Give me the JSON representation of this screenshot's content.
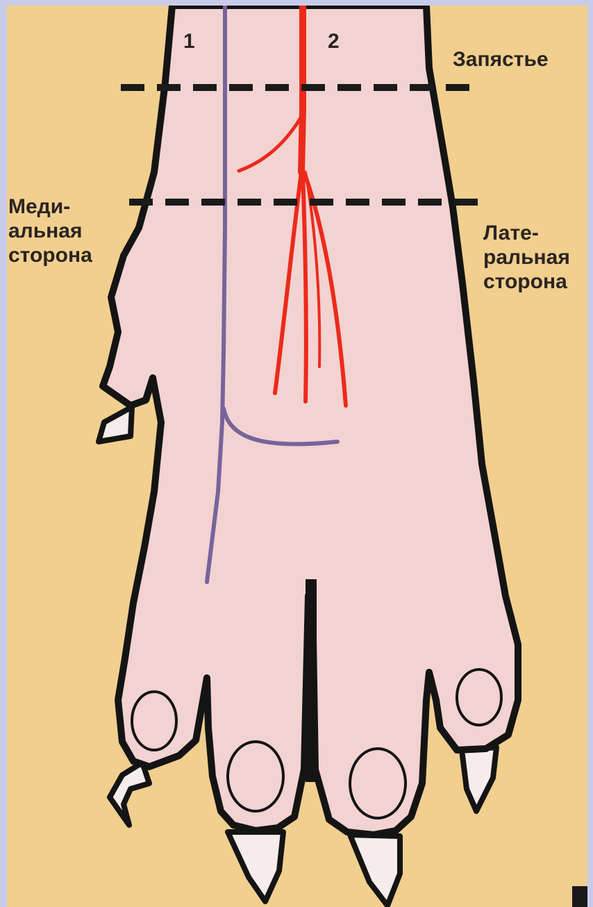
{
  "labels": {
    "number_1": "1",
    "number_2": "2",
    "wrist": "Запястье",
    "medial": [
      "Меди-",
      "альная",
      "сторона"
    ],
    "lateral": [
      "Лате-",
      "ральная",
      "сторона"
    ]
  },
  "colors": {
    "background": "#f1cf8e",
    "paw_fill": "#f2d3d1",
    "outline": "#141414",
    "vein": "#76649c",
    "artery": "#ec2a1c",
    "claw": "#f6ecec"
  },
  "icons": {
    "paw": "paw-illustration",
    "vein": "vein-line-1",
    "artery": "artery-line-2"
  }
}
